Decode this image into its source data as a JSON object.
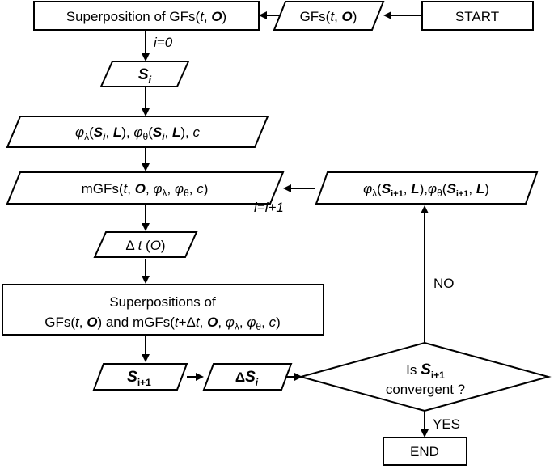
{
  "start_label": "START",
  "end_label": "END",
  "superposition_box": {
    "prefix": "Superposition of GFs(",
    "t": "t",
    "O": "O",
    "close": ")"
  },
  "gfs_input": {
    "prefix": "GFs(",
    "t": "t",
    "O": "O",
    "close": ")"
  },
  "i_init_label": "i=0",
  "si_label": {
    "S": "S",
    "i": "i"
  },
  "phi_si_label": {
    "phi": "φ",
    "lam": "λ",
    "theta": "θ",
    "S": "S",
    "i": "i",
    "L": "L",
    "c": "c"
  },
  "mgfs_label": {
    "prefix": "mGFs(",
    "t": "t",
    "O": "O",
    "c": "c"
  },
  "phi_si1_label": {
    "S": "S",
    "sub": "i+1",
    "L": "L"
  },
  "increment_label": "i=i+1",
  "delta_t_label": {
    "delta": "Δ",
    "t": "t",
    "O": "O"
  },
  "superpositions_box": {
    "line1": "Superpositions of",
    "gfs": "GFs(",
    "and_mgfs": ") and mGFs(",
    "t": "t",
    "plus": "+Δ",
    "O": "O",
    "c": "c"
  },
  "s_next_label": {
    "S": "S",
    "sub": "i+1"
  },
  "delta_s_label": {
    "delta": "Δ",
    "S": "S",
    "i": "i"
  },
  "decision": {
    "line1_prefix": "Is ",
    "S": "S",
    "sub": "i+1",
    "line2": "convergent ?"
  },
  "no_label": "NO",
  "yes_label": "YES"
}
